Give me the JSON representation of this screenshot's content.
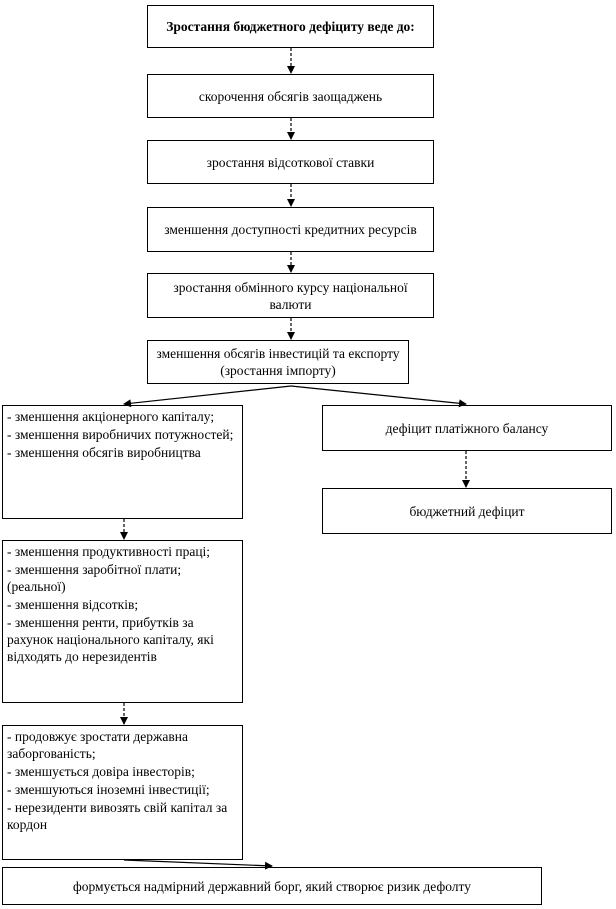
{
  "title": "Зростання бюджетного дефіциту веде до:",
  "chain": [
    "скорочення обсягів заощаджень",
    "зростання відсоткової ставки",
    "зменшення доступності кредитних ресурсів",
    "зростання обмінного курсу національної валюти",
    "зменшення обсягів інвестицій та експорту (зростання імпорту)"
  ],
  "left_box1": [
    "-  зменшення  акціонерного капіталу;",
    "-  зменшення  виробничих потужностей;",
    "-  зменшення  обсягів виробництва"
  ],
  "left_box2": [
    "-  зменшення  продуктивності праці;",
    "-   зменшення заробітної плати; (реальної)",
    "-   зменшення відсотків;",
    "-   зменшення ренти, прибутків за рахунок національного капіталу, які відходять до нерезидентів"
  ],
  "left_box3": [
    "-     продовжує зростати державна заборгованість;",
    "-  зменшується  довіра інвесторів;",
    "-    зменшуються іноземні інвестиції;",
    "-  нерезиденти вивозять свій капітал за кордон"
  ],
  "right_box1": "дефіцит платіжного балансу",
  "right_box2": "бюджетний дефіцит",
  "bottom": "формується надмірний державний борг, який створює ризик дефолту"
}
